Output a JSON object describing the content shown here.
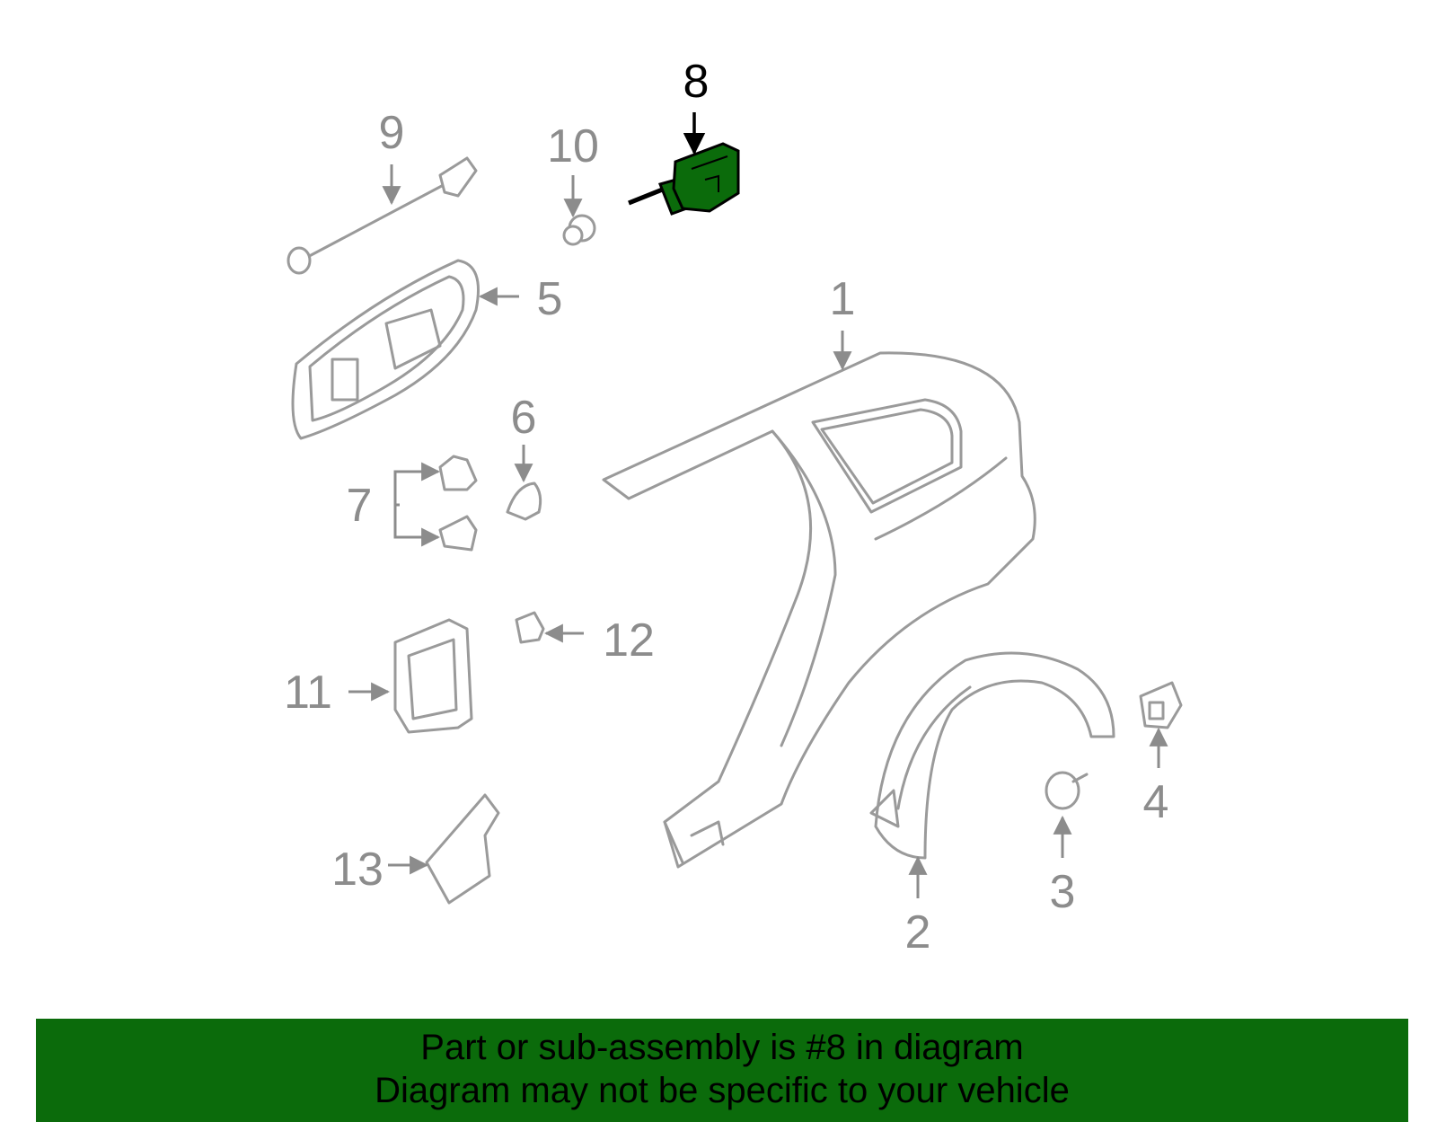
{
  "callouts": [
    "1",
    "2",
    "3",
    "4",
    "5",
    "6",
    "7",
    "8",
    "9",
    "10",
    "11",
    "12",
    "13"
  ],
  "highlighted": "8",
  "colors": {
    "highlight": "#0b6b0b",
    "banner": "#0b6b0b",
    "line": "#9a9a9a",
    "label": "#8c8c8c"
  },
  "banner": {
    "line1": "Part or sub-assembly is #8 in diagram",
    "line2": "Diagram may not be specific to your vehicle"
  }
}
